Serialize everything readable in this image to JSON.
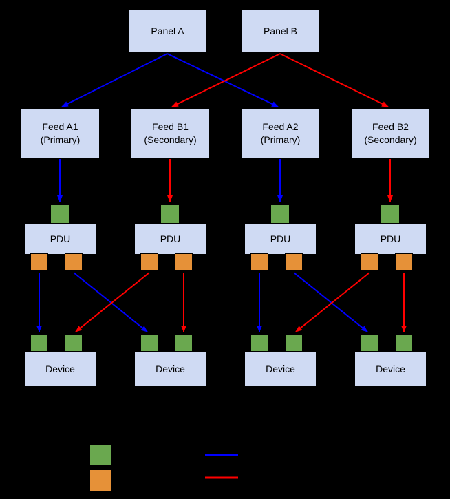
{
  "diagram": {
    "panels": [
      {
        "id": "panel-a",
        "label": "Panel A"
      },
      {
        "id": "panel-b",
        "label": "Panel B"
      }
    ],
    "feeds": [
      {
        "id": "feed-a1",
        "name": "Feed A1",
        "role": "(Primary)"
      },
      {
        "id": "feed-b1",
        "name": "Feed B1",
        "role": "(Secondary)"
      },
      {
        "id": "feed-a2",
        "name": "Feed A2",
        "role": "(Primary)"
      },
      {
        "id": "feed-b2",
        "name": "Feed B2",
        "role": "(Secondary)"
      }
    ],
    "pdus": [
      {
        "id": "pdu-1",
        "label": "PDU"
      },
      {
        "id": "pdu-2",
        "label": "PDU"
      },
      {
        "id": "pdu-3",
        "label": "PDU"
      },
      {
        "id": "pdu-4",
        "label": "PDU"
      }
    ],
    "devices": [
      {
        "id": "device-1",
        "label": "Device"
      },
      {
        "id": "device-2",
        "label": "Device"
      },
      {
        "id": "device-3",
        "label": "Device"
      },
      {
        "id": "device-4",
        "label": "Device"
      }
    ],
    "connections": [
      {
        "from": "panel-a",
        "to": "feed-a1",
        "color": "blue"
      },
      {
        "from": "panel-a",
        "to": "feed-a2",
        "color": "blue"
      },
      {
        "from": "panel-b",
        "to": "feed-b1",
        "color": "red"
      },
      {
        "from": "panel-b",
        "to": "feed-b2",
        "color": "red"
      },
      {
        "from": "feed-a1",
        "to": "pdu-1-input",
        "color": "blue"
      },
      {
        "from": "feed-b1",
        "to": "pdu-2-input",
        "color": "red"
      },
      {
        "from": "feed-a2",
        "to": "pdu-3-input",
        "color": "blue"
      },
      {
        "from": "feed-b2",
        "to": "pdu-4-input",
        "color": "red"
      },
      {
        "from": "pdu-1-output-left",
        "to": "device-1-input-left",
        "color": "blue"
      },
      {
        "from": "pdu-1-output-right",
        "to": "device-2-input-left",
        "color": "blue"
      },
      {
        "from": "pdu-2-output-left",
        "to": "device-1-input-right",
        "color": "red"
      },
      {
        "from": "pdu-2-output-right",
        "to": "device-2-input-right",
        "color": "red"
      },
      {
        "from": "pdu-3-output-left",
        "to": "device-3-input-left",
        "color": "blue"
      },
      {
        "from": "pdu-3-output-right",
        "to": "device-4-input-left",
        "color": "blue"
      },
      {
        "from": "pdu-4-output-left",
        "to": "device-3-input-right",
        "color": "red"
      },
      {
        "from": "pdu-4-output-right",
        "to": "device-4-input-right",
        "color": "red"
      }
    ]
  },
  "legend": {
    "swatches": [
      {
        "name": "green-port-swatch",
        "color": "#6aa84f"
      },
      {
        "name": "orange-port-swatch",
        "color": "#e69138"
      }
    ],
    "lines": [
      {
        "name": "blue-path-sample",
        "color": "#0000ff"
      },
      {
        "name": "red-path-sample",
        "color": "#ff0000"
      }
    ]
  },
  "colors": {
    "background": "#000000",
    "node_fill": "#cfdaf3",
    "node_border": "#000000",
    "input_port": "#6aa84f",
    "output_port": "#e69138",
    "blue_path": "#0000ff",
    "red_path": "#ff0000",
    "text": "#000000"
  }
}
